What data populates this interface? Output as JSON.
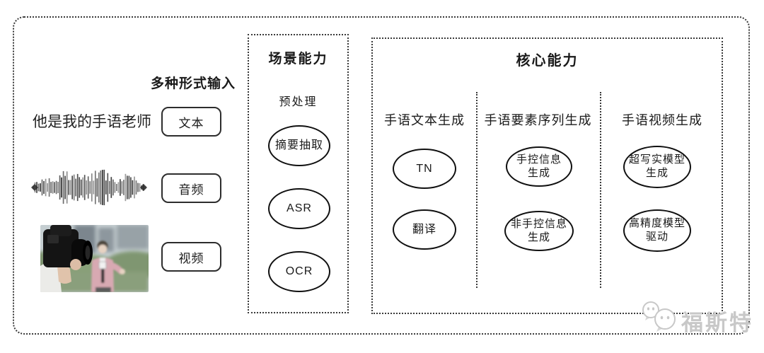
{
  "input_section": {
    "heading": "多种形式输入",
    "text_sample": "他是我的手语老师",
    "items": [
      {
        "label": "文本"
      },
      {
        "label": "音频"
      },
      {
        "label": "视频"
      }
    ]
  },
  "scene_section": {
    "title": "场景能力",
    "subtitle": "预处理",
    "nodes": [
      "摘要抽取",
      "ASR",
      "OCR"
    ]
  },
  "core_section": {
    "title": "核心能力",
    "columns": [
      {
        "header": "手语文本生成",
        "nodes": [
          "TN",
          "翻译"
        ]
      },
      {
        "header": "手语要素序列生成",
        "nodes": [
          "手控信息\n生成",
          "非手控信息\n生成"
        ]
      },
      {
        "header": "手语视频生成",
        "nodes": [
          "超写实模型\n生成",
          "高精度模型\n驱动"
        ]
      }
    ]
  },
  "watermark": {
    "text": "福斯特",
    "icon": "chat-faces-icon",
    "color": "#c8c8c8"
  }
}
